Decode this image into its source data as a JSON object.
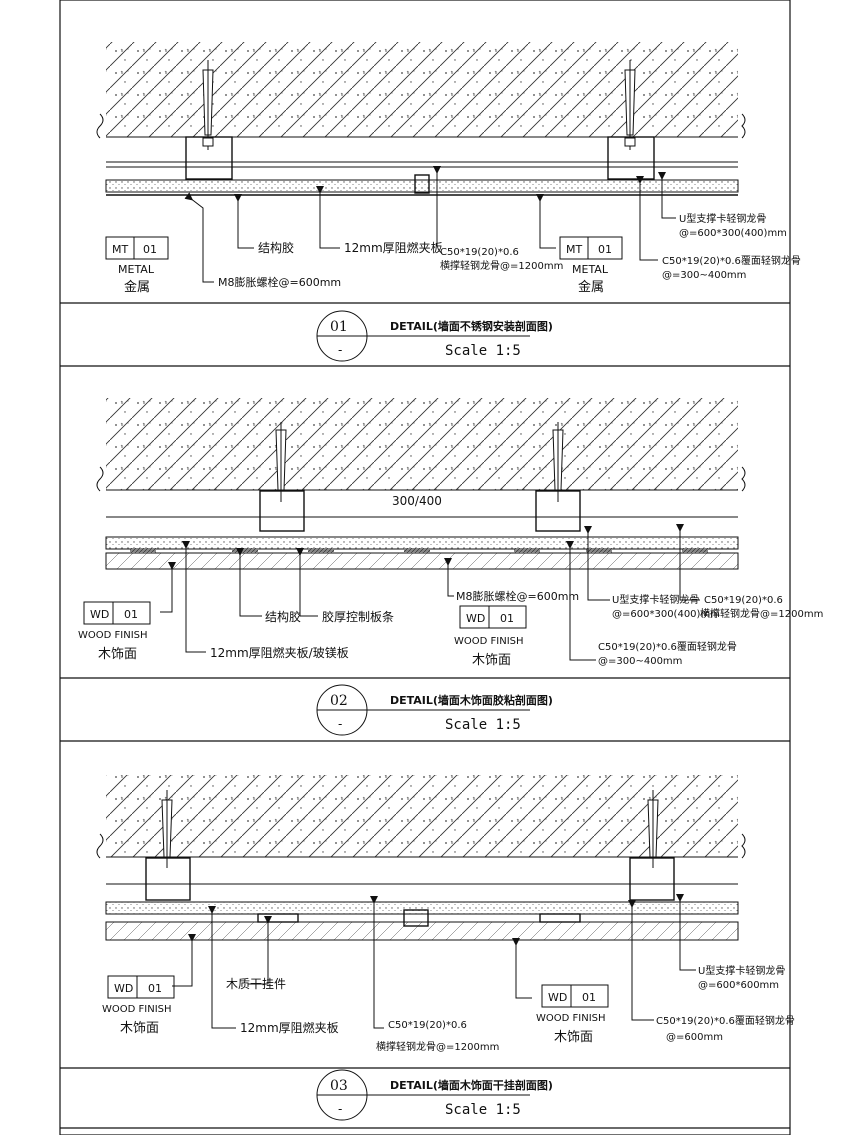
{
  "details": [
    {
      "number": "01",
      "sub": "-",
      "title": "DETAIL(墙面不锈钢安装剖面图)",
      "scale": "Scale 1:5",
      "labels": {
        "glue": "结构胶",
        "board": "12mm厚阻燃夹板",
        "bolt": "M8膨胀螺栓@=600mm",
        "keel_cross_1": "C50*19(20)*0.6",
        "keel_cross_2": "横撑轻钢龙骨@=1200mm",
        "u_support_1": "U型支撑卡轻钢龙骨",
        "u_support_2": "@=600*300(400)mm",
        "cover_keel_1": "C50*19(20)*0.6覆面轻钢龙骨",
        "cover_keel_2": "@=300~400mm"
      },
      "tags": [
        {
          "code": "MT",
          "num": "01",
          "en": "METAL",
          "cn": "金属"
        },
        {
          "code": "MT",
          "num": "01",
          "en": "METAL",
          "cn": "金属"
        }
      ]
    },
    {
      "number": "02",
      "sub": "-",
      "title": "DETAIL(墙面木饰面胶粘剖面图)",
      "scale": "Scale 1:5",
      "dimension": "300/400",
      "labels": {
        "glue": "结构胶",
        "control_strip": "胶厚控制板条",
        "board": "12mm厚阻燃夹板/玻镁板",
        "bolt": "M8膨胀螺栓@=600mm",
        "u_support_1": "U型支撑卡轻钢龙骨",
        "u_support_2": "@=600*300(400)mm",
        "keel_cross_1": "C50*19(20)*0.6",
        "keel_cross_2": "横撑轻钢龙骨@=1200mm",
        "cover_keel_1": "C50*19(20)*0.6覆面轻钢龙骨",
        "cover_keel_2": "@=300~400mm"
      },
      "tags": [
        {
          "code": "WD",
          "num": "01",
          "en": "WOOD FINISH",
          "cn": "木饰面"
        },
        {
          "code": "WD",
          "num": "01",
          "en": "WOOD FINISH",
          "cn": "木饰面"
        }
      ]
    },
    {
      "number": "03",
      "sub": "-",
      "title": "DETAIL(墙面木饰面干挂剖面图)",
      "scale": "Scale 1:5",
      "labels": {
        "hanger": "木质干挂件",
        "board": "12mm厚阻燃夹板",
        "keel_cross_1": "C50*19(20)*0.6",
        "keel_cross_2": "横撑轻钢龙骨@=1200mm",
        "u_support_1": "U型支撑卡轻钢龙骨",
        "u_support_2": "@=600*600mm",
        "cover_keel_1": "C50*19(20)*0.6覆面轻钢龙骨",
        "cover_keel_2": "@=600mm"
      },
      "tags": [
        {
          "code": "WD",
          "num": "01",
          "en": "WOOD FINISH",
          "cn": "木饰面"
        },
        {
          "code": "WD",
          "num": "01",
          "en": "WOOD FINISH",
          "cn": "木饰面"
        }
      ]
    }
  ]
}
